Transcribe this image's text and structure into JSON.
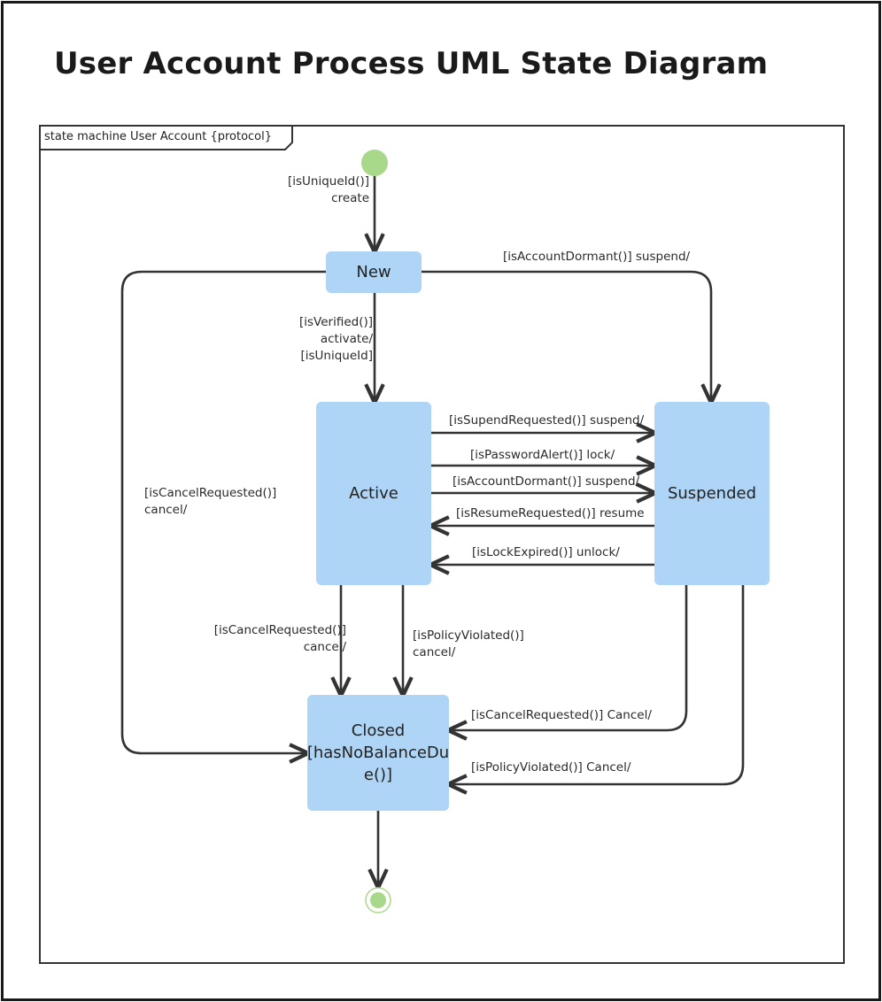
{
  "title": "User Account Process UML State Diagram",
  "frame_label": "state machine User Account {protocol}",
  "colors": {
    "state_fill": "#aed4f6",
    "pseudo_state": "#a8d88a",
    "line": "#333333"
  },
  "states": {
    "new": "New",
    "active": "Active",
    "suspended": "Suspended",
    "closed_line1": "Closed",
    "closed_line2": "[hasNoBalanceDu",
    "closed_line3": "e()]"
  },
  "transitions": {
    "initial_guard": "[isUniqueId()]",
    "initial_event": "create",
    "new_active_1": "[isVerified()]",
    "new_active_2": "activate/",
    "new_active_3": "[isUniqueId]",
    "new_suspended": "[isAccountDormant()] suspend/",
    "new_closed_1": "[isCancelRequested()]",
    "new_closed_2": "cancel/",
    "active_suspended_1": "[isSupendRequested()] suspend/",
    "active_suspended_2": "[isPasswordAlert()] lock/",
    "active_suspended_3": "[isAccountDormant()] suspend/",
    "suspended_active_1": "[isResumeRequested()] resume",
    "suspended_active_2": "[isLockExpired()] unlock/",
    "active_closed_a1": "[isCancelRequested()]",
    "active_closed_a2": "cancel/",
    "active_closed_b1": "[isPolicyViolated()]",
    "active_closed_b2": "cancel/",
    "suspended_closed_1": "[isCancelRequested()] Cancel/",
    "suspended_closed_2": "[isPolicyViolated()] Cancel/"
  }
}
